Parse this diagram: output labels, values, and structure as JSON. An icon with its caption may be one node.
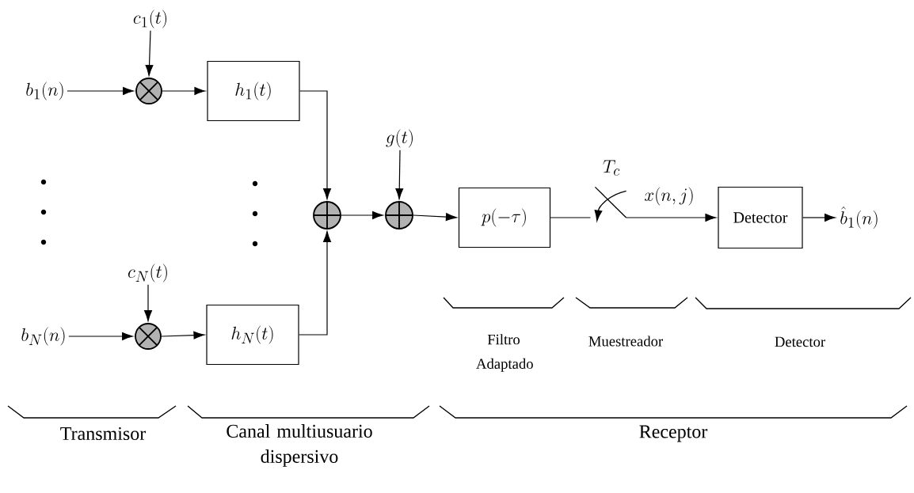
{
  "diagram": {
    "nodes": [
      {
        "text": [
          "b_1(n)"
        ]
      },
      {
        "text": [
          "c_1(t)"
        ]
      },
      {
        "text": [],
        "shape": "circle"
      },
      {
        "text": [
          "h_1(t)"
        ]
      },
      {
        "text": [
          "b_N(n)"
        ]
      },
      {
        "text": [
          "c_N(t)"
        ]
      },
      {
        "text": [],
        "shape": "circle"
      },
      {
        "text": [
          "h_N(t)"
        ]
      },
      {
        "text": [],
        "shape": "circle"
      },
      {
        "text": [
          "g(t)"
        ]
      },
      {
        "text": [],
        "shape": "circle"
      },
      {
        "text": [
          "p(-\\tau)"
        ]
      },
      {
        "text": [],
        "shape": "switch",
        "beside": [
          "T_c"
        ]
      },
      {
        "text": [
          "Detector"
        ]
      },
      {
        "text": [
          "\\hat{b}_1(n)"
        ]
      }
    ],
    "edges": [
      {
        "from": 0,
        "to": 2,
        "arrow": "to"
      },
      {
        "from": 1,
        "to": 2,
        "arrow": "to"
      },
      {
        "from": 2,
        "to": 3,
        "arrow": "to"
      },
      {
        "from": 4,
        "to": 6,
        "arrow": "to"
      },
      {
        "from": 5,
        "to": 6,
        "arrow": "to"
      },
      {
        "from": 6,
        "to": 7,
        "arrow": "to"
      },
      {
        "from": 3,
        "to": 8,
        "arrow": "to"
      },
      {
        "from": 7,
        "to": 8,
        "arrow": "to"
      },
      {
        "from": 8,
        "to": 10,
        "arrow": "to"
      },
      {
        "from": 9,
        "to": 10,
        "arrow": "to"
      },
      {
        "from": 10,
        "to": 11,
        "arrow": "to"
      },
      {
        "from": 11,
        "to": 12,
        "arrow": "none"
      },
      {
        "from": 12,
        "to": 13,
        "arrow": "to",
        "label": "x(n,j)"
      },
      {
        "from": 13,
        "to": 14,
        "arrow": "to"
      }
    ],
    "labels": [
      "Filtro Adaptado",
      "Muestreador",
      "Detector",
      "Transmisor",
      "Canal multiusuario dispersivo",
      "Receptor"
    ]
  }
}
